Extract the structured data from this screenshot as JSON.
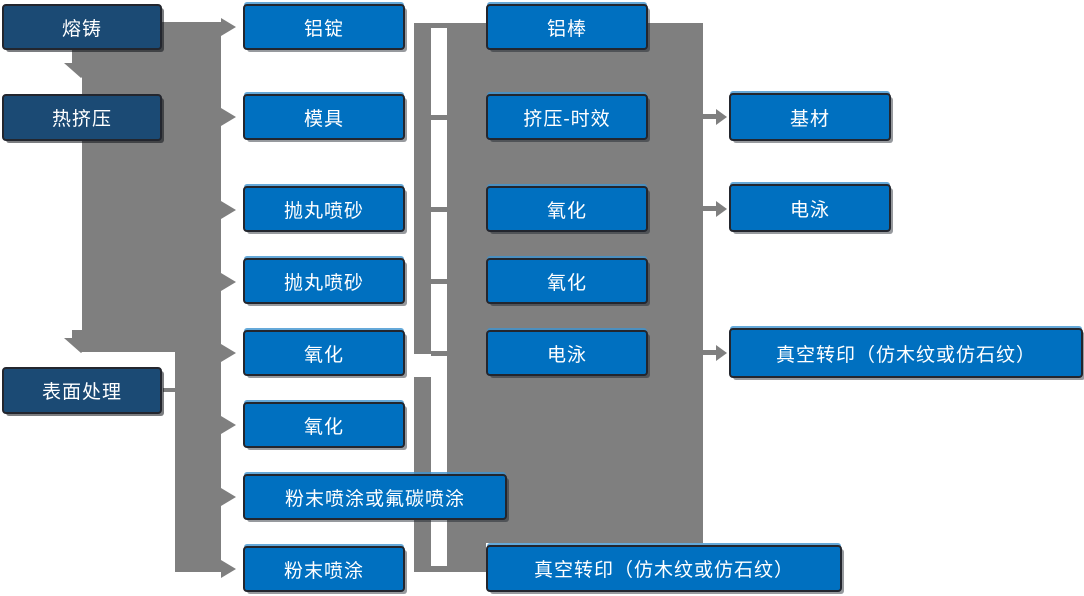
{
  "colors": {
    "node_primary": "#0070C0",
    "node_dark": "#1B4A74",
    "connector_gray": "#7F7F7F",
    "text_color": "#FFFFFF",
    "border_color": "#23262E"
  },
  "nodes": {
    "melt_casting": {
      "label": "熔铸"
    },
    "hot_extrusion": {
      "label": "热挤压"
    },
    "surface_treatment": {
      "label": "表面处理"
    },
    "aluminum_ingot": {
      "label": "铝锭"
    },
    "mold": {
      "label": "模具"
    },
    "shot_blast_sand_1": {
      "label": "抛丸喷砂"
    },
    "shot_blast_sand_2": {
      "label": "抛丸喷砂"
    },
    "oxidation_1": {
      "label": "氧化"
    },
    "oxidation_2": {
      "label": "氧化"
    },
    "powder_or_fluorocarbon_coating": {
      "label": "粉末喷涂或氟碳喷涂"
    },
    "powder_coating": {
      "label": "粉末喷涂"
    },
    "aluminum_rod": {
      "label": "铝棒"
    },
    "extrusion_aging": {
      "label": "挤压-时效"
    },
    "oxidation_3": {
      "label": "氧化"
    },
    "oxidation_4": {
      "label": "氧化"
    },
    "electrophoresis_1": {
      "label": "电泳"
    },
    "vacuum_transfer_1": {
      "label": "真空转印（仿木纹或仿石纹）"
    },
    "base_material": {
      "label": "基材"
    },
    "electrophoresis_2": {
      "label": "电泳"
    },
    "vacuum_transfer_2": {
      "label": "真空转印（仿木纹或仿石纹）"
    }
  }
}
